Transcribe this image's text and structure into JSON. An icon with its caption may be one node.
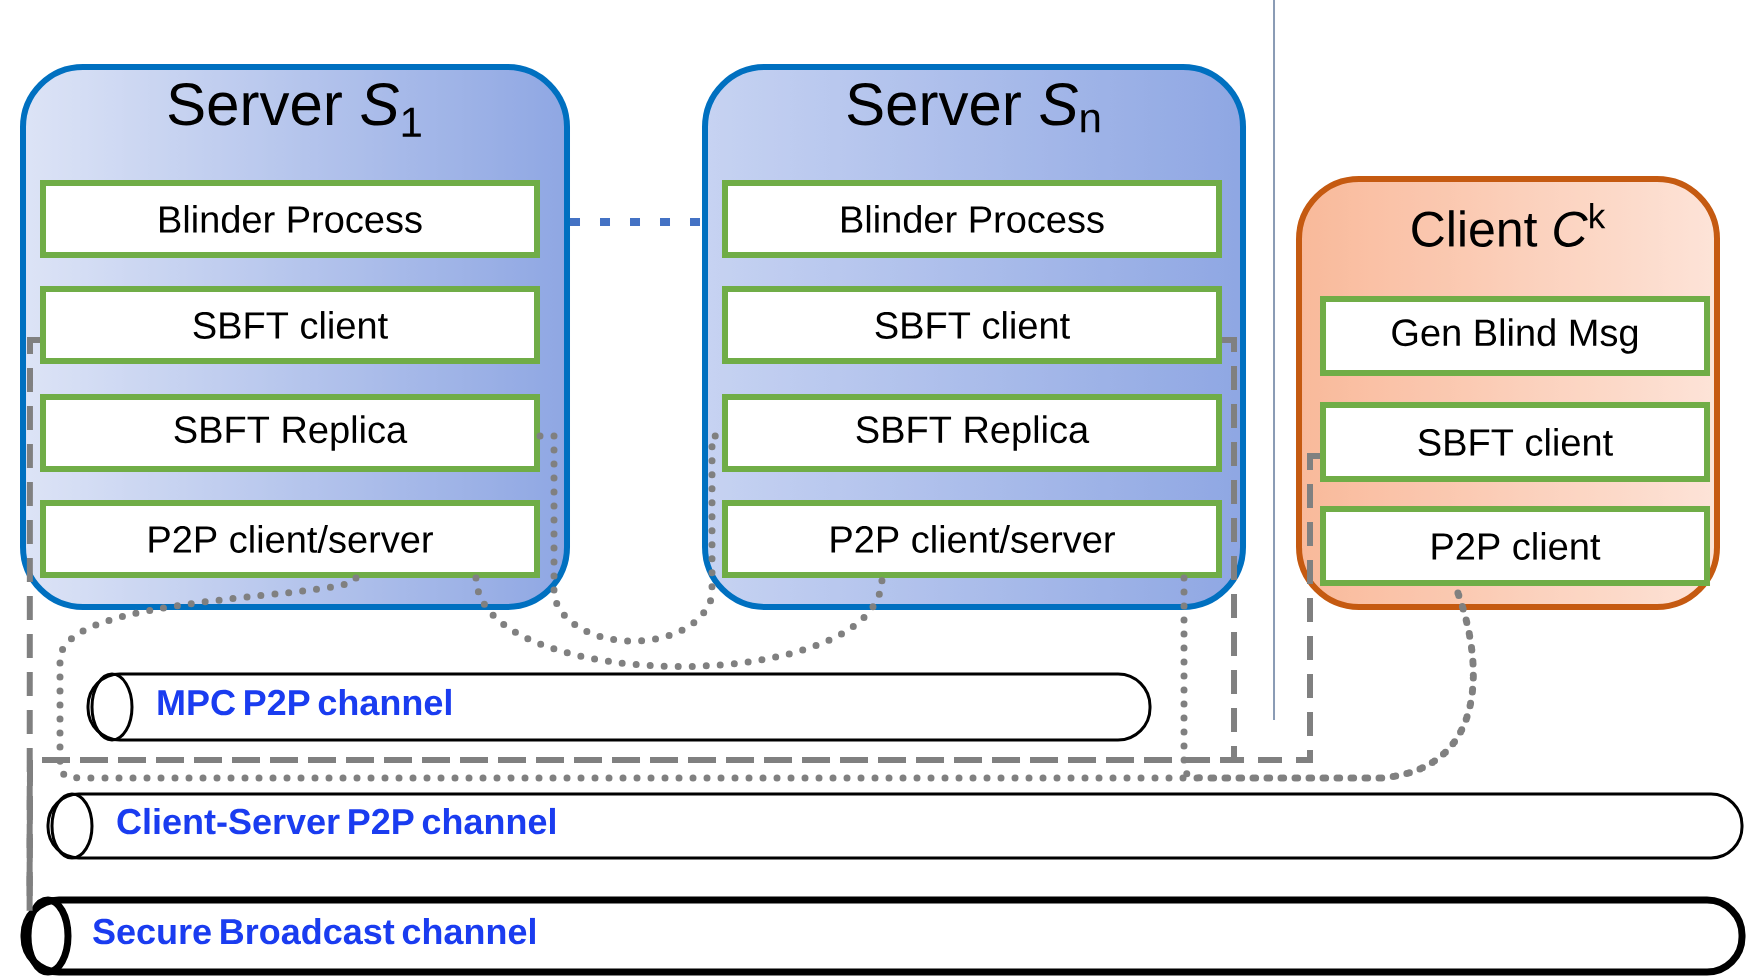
{
  "diagram": {
    "nodes": [
      {
        "text": [
          "Server *S*$_{1}$"
        ]
      },
      {
        "text": [
          "Blinder Process"
        ],
        "in": 0
      },
      {
        "text": [
          "SBFT client"
        ],
        "in": 0
      },
      {
        "text": [
          "SBFT Replica"
        ],
        "in": 0
      },
      {
        "text": [
          "P2P client/server"
        ],
        "in": 0
      },
      {
        "text": [
          "Server *S*$_{n}$"
        ]
      },
      {
        "text": [
          "Blinder Process"
        ],
        "in": 5
      },
      {
        "text": [
          "SBFT client"
        ],
        "in": 5
      },
      {
        "text": [
          "SBFT Replica"
        ],
        "in": 5
      },
      {
        "text": [
          "P2P client/server"
        ],
        "in": 5
      },
      {
        "text": [
          "Client *C*$^{k}$"
        ]
      },
      {
        "text": [
          "Gen Blind Msg"
        ],
        "in": 10
      },
      {
        "text": [
          "SBFT client"
        ],
        "in": 10
      },
      {
        "text": [
          "P2P client"
        ],
        "in": 10
      },
      {
        "text": [
          "MPC P2P channel"
        ]
      },
      {
        "text": [
          "Client-Server P2P channel"
        ]
      },
      {
        "text": [
          "Secure Broadcast channel"
        ]
      }
    ],
    "edges": [
      {
        "from": 0,
        "to": 5,
        "arrow": "none",
        "style": "dashed",
        "color": "#4472c4"
      },
      {
        "from": 2,
        "to": 16,
        "arrow": "none",
        "style": "dashed"
      },
      {
        "from": 7,
        "to": 16,
        "arrow": "none",
        "style": "dashed"
      },
      {
        "from": 12,
        "to": 16,
        "arrow": "none",
        "style": "dashed"
      },
      {
        "from": 3,
        "to": 8,
        "arrow": "none",
        "style": "dashed"
      },
      {
        "from": 4,
        "to": 9,
        "arrow": "none",
        "style": "dashed"
      },
      {
        "from": 4,
        "to": 13,
        "arrow": "none",
        "style": "dashed"
      },
      {
        "from": 9,
        "to": 13,
        "arrow": "none",
        "style": "dashed"
      }
    ]
  }
}
